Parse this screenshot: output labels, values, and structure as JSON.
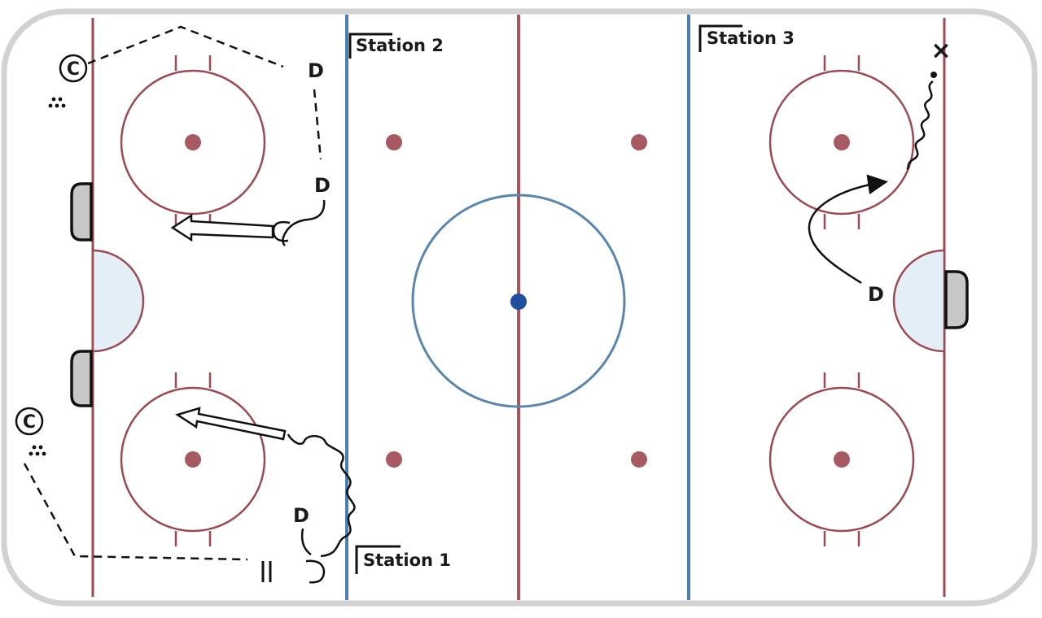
{
  "stations": [
    {
      "id": "station-2",
      "label": "Station 2"
    },
    {
      "id": "station-3",
      "label": "Station 3"
    },
    {
      "id": "station-1",
      "label": "Station 1"
    }
  ],
  "players": {
    "coach_top": "C",
    "coach_bottom": "C",
    "defense_top_a": "D",
    "defense_top_b": "D",
    "defense_bottom": "D",
    "defense_right": "D",
    "target_x": "×"
  },
  "colors": {
    "goal_line": "#9c4a52",
    "blue_line": "#4a7fb5",
    "red_line": "#b05059",
    "faceoff_circle": "#9c4a52",
    "faceoff_dot": "#a85a63",
    "center_circle": "#5a86ad",
    "center_dot": "#1f4f9e",
    "crease_fill": "#e3eef7",
    "net_fill": "#c8c6c6",
    "board": "#d2d2d2"
  }
}
